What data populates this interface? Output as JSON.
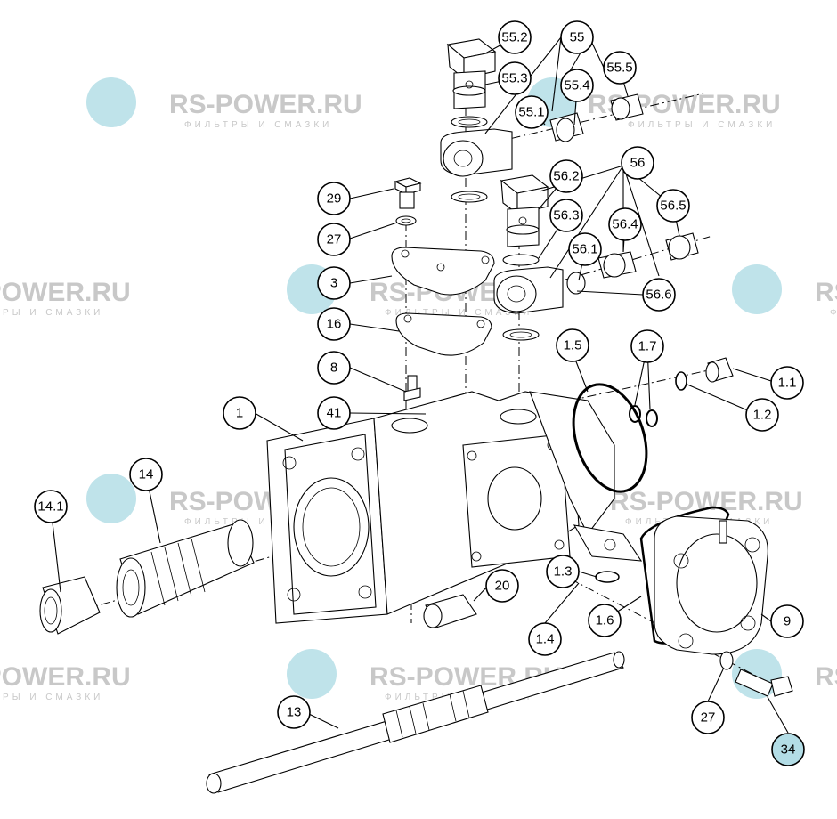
{
  "watermark": {
    "brand": "RS-POWER.RU",
    "tagline": "ФИЛЬТРЫ И СМАЗКИ",
    "logo_color": "#bfe3ea"
  },
  "callouts": {
    "c55_2": "55.2",
    "c55": "55",
    "c55_3": "55.3",
    "c55_4": "55.4",
    "c55_5": "55.5",
    "c55_1": "55.1",
    "c56": "56",
    "c56_2": "56.2",
    "c56_3": "56.3",
    "c56_4": "56.4",
    "c56_5": "56.5",
    "c56_1": "56.1",
    "c56_6": "56.6",
    "c29": "29",
    "c27a": "27",
    "c3": "3",
    "c16": "16",
    "c8": "8",
    "c41": "41",
    "c1_5": "1.5",
    "c1_7": "1.7",
    "c1_1": "1.1",
    "c1_2": "1.2",
    "c1": "1",
    "c14": "14",
    "c14_1": "14.1",
    "c20": "20",
    "c1_3": "1.3",
    "c1_4": "1.4",
    "c1_6": "1.6",
    "c9": "9",
    "c13": "13",
    "c27b": "27",
    "c34": "34"
  },
  "highlight_color": "#b3dde6"
}
